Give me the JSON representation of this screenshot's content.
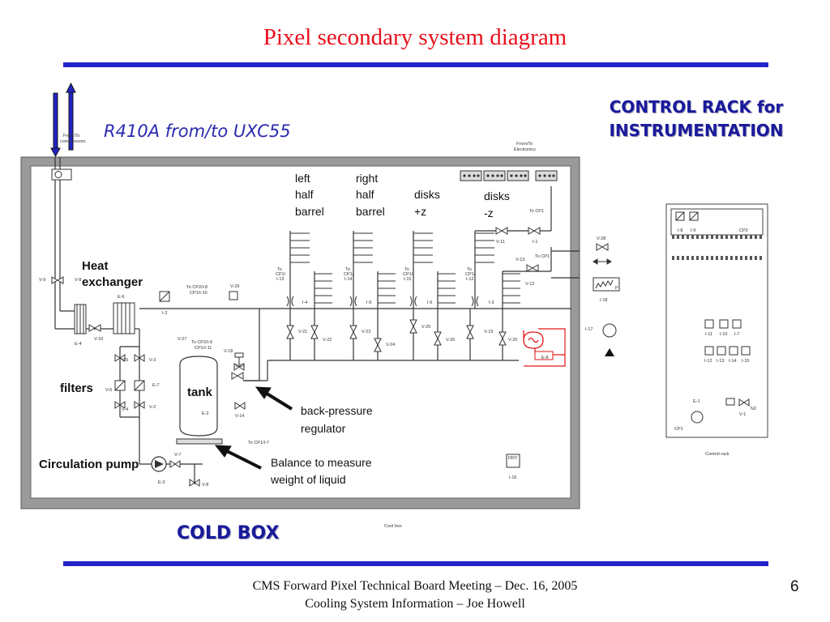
{
  "slide": {
    "title": "Pixel secondary system diagram",
    "page_number": "6",
    "footer_line1": "CMS Forward Pixel Technical Board Meeting – Dec. 16, 2005",
    "footer_line2": "Cooling System Information – Joe Howell"
  },
  "captions": {
    "refrigerant": "R410A from/to UXC55",
    "control_rack_line1": "CONTROL RACK for",
    "control_rack_line2": "INSTRUMENTATION",
    "cold_box": "COLD BOX"
  },
  "labels": {
    "heat_exchanger_1": "Heat",
    "heat_exchanger_2": "exchanger",
    "filters": "filters",
    "tank": "tank",
    "circulation_pump": "Circulation pump",
    "bpr_1": "back-pressure",
    "bpr_2": "regulator",
    "balance_1": "Balance to measure",
    "balance_2": "weight of liquid",
    "left_half_barrel": [
      "left",
      "half",
      "barrel"
    ],
    "right_half_barrel": [
      "right",
      "half",
      "barrel"
    ],
    "disks_pz": [
      "disks",
      "+z"
    ],
    "disks_mz": [
      "disks",
      "-z"
    ]
  },
  "small_text": {
    "from_to_compressors": [
      "From/To",
      "compressors"
    ],
    "from_to_electronics": [
      "From/To",
      "Electronics"
    ],
    "cool_box": "Cool box",
    "control_rack": "Control rack",
    "to_cp1": "To CP1",
    "to_cp2_8": "To CP2/I-8",
    "cp1_10": "CP1/I-10",
    "to_cp2_9": "To CP2/I-9",
    "cp1_11": "CP1/I-11",
    "to_cp1_7": "To CP1/I-7",
    "to_cp1_13": [
      "To",
      "CP1/",
      "I-13"
    ],
    "to_cp1_14": [
      "To",
      "CP1/",
      "I-14"
    ],
    "to_cp1_15": [
      "To",
      "CP1/",
      "I-15"
    ],
    "to_cp1_12": [
      "To",
      "CP1/",
      "I-12"
    ],
    "valve_tags": [
      "V-9",
      "V-8",
      "V-10",
      "V-5",
      "V-3",
      "V-6",
      "V-2",
      "V-4",
      "V-7",
      "V-8",
      "V-27",
      "V-18",
      "V-15",
      "V-14",
      "V-29",
      "V-21",
      "V-22",
      "V-23",
      "V-24",
      "V-25",
      "V-26",
      "V-19",
      "V-20",
      "V-11",
      "V-12",
      "V-13",
      "V-28",
      "V-1"
    ],
    "equipment_tags": [
      "E-4",
      "E-6",
      "E-7",
      "E-2",
      "E-3",
      "E-8",
      "E-1",
      "CP1",
      "CP2",
      "I-2",
      "I-4",
      "I-5",
      "I-6",
      "I-3",
      "I-1",
      "I-16",
      "I-17",
      "I-18",
      "I-8",
      "I-9",
      "I-11",
      "I-10",
      "I-7",
      "I-12",
      "I-13",
      "I-14",
      "I-15",
      "N2",
      "P",
      "DRY"
    ]
  },
  "colors": {
    "title_red": "#e8101b",
    "rule_blue": "#2323c8",
    "caption_blue": "#1a1a9c",
    "heater_red": "#e01818"
  }
}
